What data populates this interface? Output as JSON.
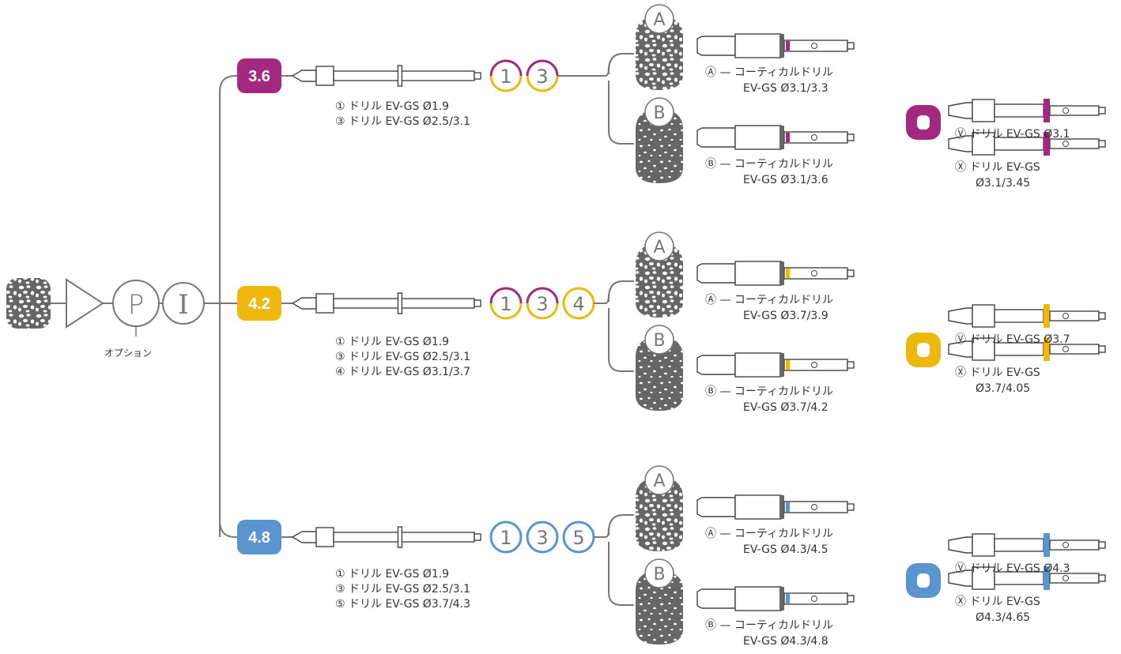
{
  "colors": {
    "purple": "#a3287f",
    "yellow": "#efb80f",
    "blue": "#5a95d0",
    "line": "#777777",
    "bone": "#666666"
  },
  "start": {
    "icons": [
      "bone-density-icon",
      "arrow-triangle-icon"
    ],
    "p_label": "P",
    "i_label": "I",
    "option_label": "オプション"
  },
  "rows": [
    {
      "id": "r36",
      "badge": "3.6",
      "color": "#a3287f",
      "steps": [
        {
          "label": "1",
          "style": "split"
        },
        {
          "label": "3",
          "style": "split"
        }
      ],
      "drills": [
        "① ドリル EV-GS Ø1.9",
        "③ ドリル EV-GS Ø2.5/3.1"
      ],
      "bone_a": "A",
      "bone_b": "B",
      "cortical_a": {
        "line1": "Ⓐ — コーティカルドリル",
        "line2": "EV-GS Ø3.1/3.3"
      },
      "cortical_b": {
        "line1": "Ⓑ — コーティカルドリル",
        "line2": "EV-GS Ø3.1/3.6"
      },
      "final_v": "Ⓥ ドリル EV-GS Ø3.1",
      "final_x": {
        "line1": "Ⓧ ドリル EV-GS",
        "line2": "Ø3.1/3.45"
      }
    },
    {
      "id": "r42",
      "badge": "4.2",
      "color": "#efb80f",
      "steps": [
        {
          "label": "1",
          "style": "split"
        },
        {
          "label": "3",
          "style": "split"
        },
        {
          "label": "4",
          "style": "solid"
        }
      ],
      "drills": [
        "① ドリル EV-GS Ø1.9",
        "③ ドリル EV-GS Ø2.5/3.1",
        "④ ドリル EV-GS Ø3.1/3.7"
      ],
      "bone_a": "A",
      "bone_b": "B",
      "cortical_a": {
        "line1": "Ⓐ — コーティカルドリル",
        "line2": "EV-GS Ø3.7/3.9"
      },
      "cortical_b": {
        "line1": "Ⓑ — コーティカルドリル",
        "line2": "EV-GS Ø3.7/4.2"
      },
      "final_v": "Ⓥ ドリル EV-GS Ø3.7",
      "final_x": {
        "line1": "Ⓧ ドリル EV-GS",
        "line2": "Ø3.7/4.05"
      }
    },
    {
      "id": "r48",
      "badge": "4.8",
      "color": "#5a95d0",
      "steps": [
        {
          "label": "1",
          "style": "solid"
        },
        {
          "label": "3",
          "style": "solid"
        },
        {
          "label": "5",
          "style": "solid"
        }
      ],
      "drills": [
        "① ドリル EV-GS Ø1.9",
        "③ ドリル EV-GS Ø2.5/3.1",
        "⑤ ドリル EV-GS Ø3.7/4.3"
      ],
      "bone_a": "A",
      "bone_b": "B",
      "cortical_a": {
        "line1": "Ⓐ — コーティカルドリル",
        "line2": "EV-GS Ø4.3/4.5"
      },
      "cortical_b": {
        "line1": "Ⓑ — コーティカルドリル",
        "line2": "EV-GS Ø4.3/4.8"
      },
      "final_v": "Ⓥ ドリル EV-GS Ø4.3",
      "final_x": {
        "line1": "Ⓧ ドリル EV-GS",
        "line2": "Ø4.3/4.65"
      }
    }
  ]
}
